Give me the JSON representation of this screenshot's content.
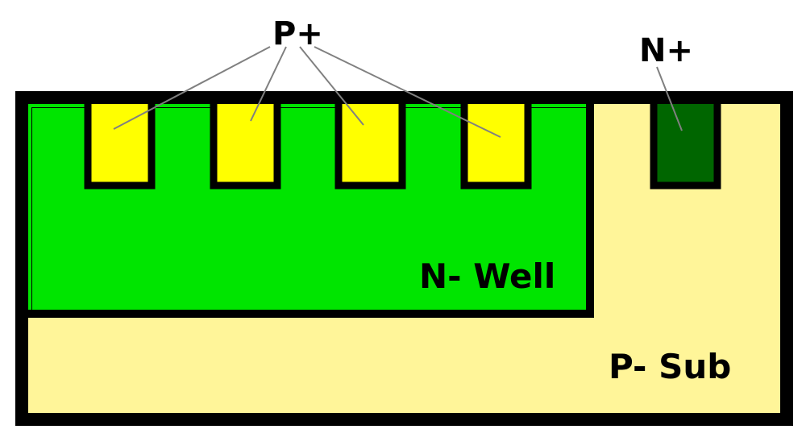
{
  "labels": {
    "p_plus": "P+",
    "n_plus": "N+",
    "n_well": "N- Well",
    "p_sub": "P- Sub"
  },
  "colors": {
    "outline": "#000000",
    "p_substrate": "#FFF599",
    "n_well": "#00E500",
    "p_plus_diffusion": "#FFFF00",
    "n_plus_diffusion": "#006600",
    "leader_line": "#808080"
  }
}
